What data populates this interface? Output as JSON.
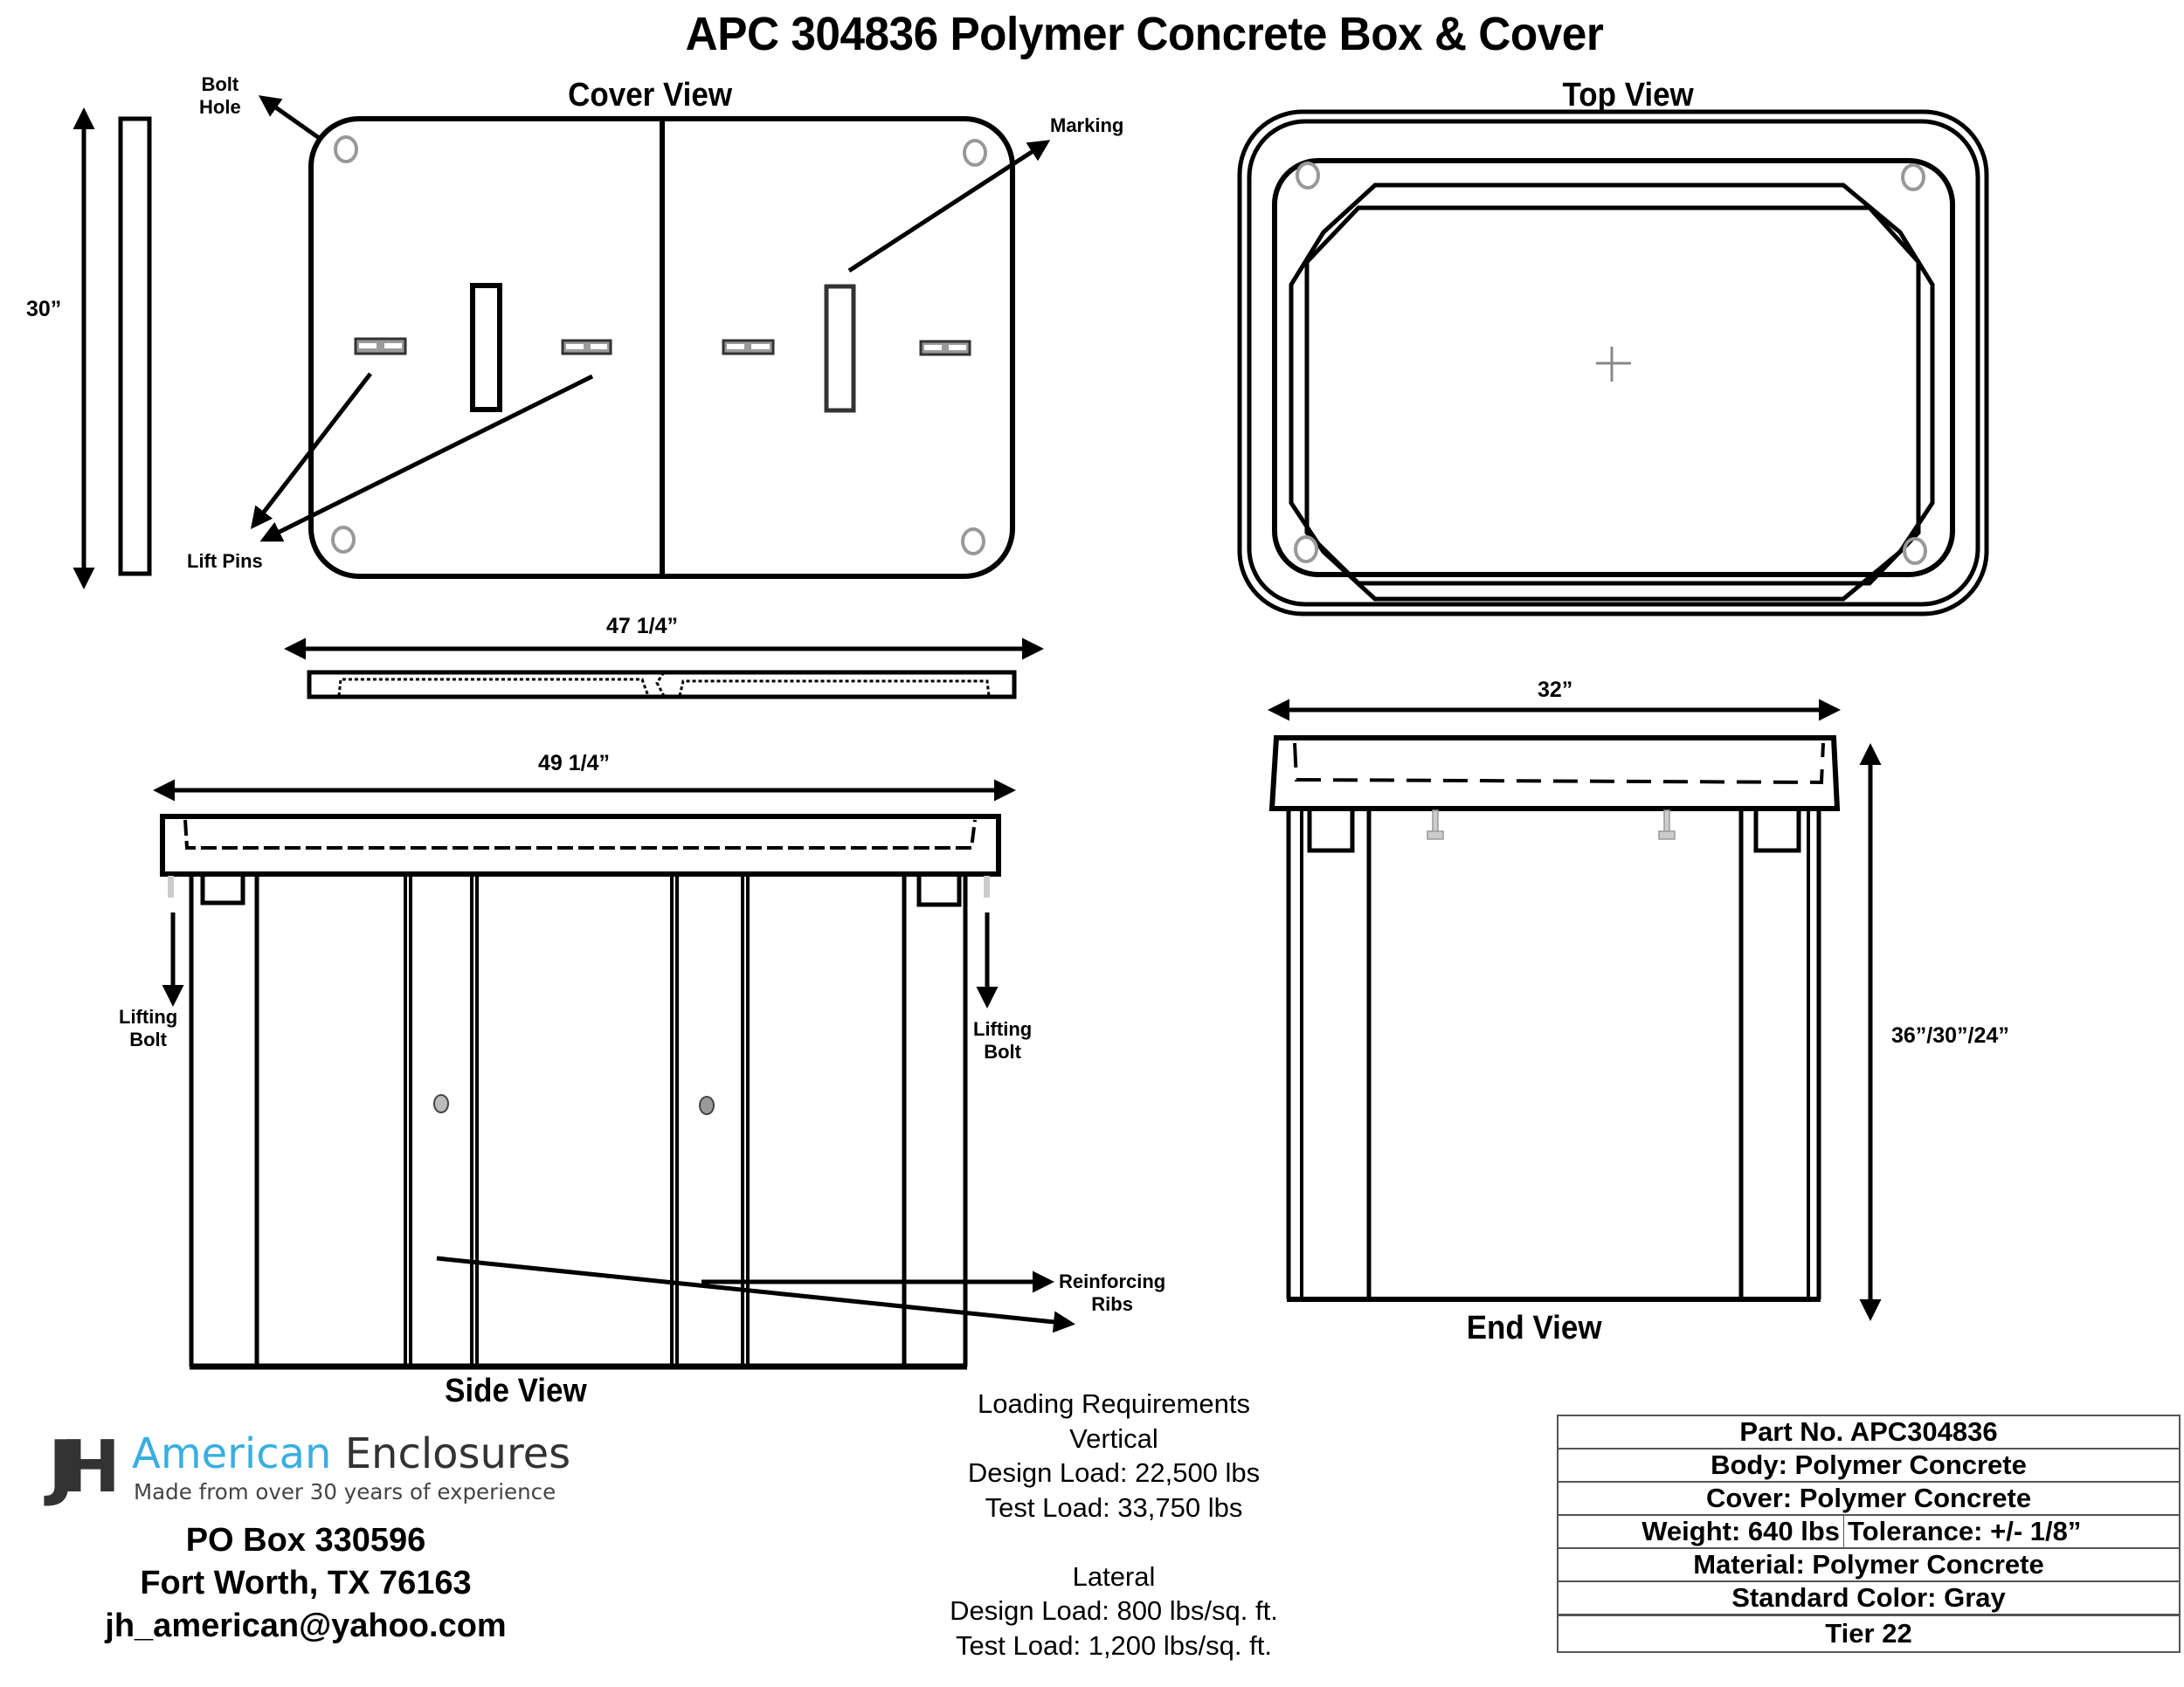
{
  "title": "APC 304836 Polymer Concrete Box & Cover",
  "views": {
    "cover": "Cover View",
    "top": "Top View",
    "side": "Side View",
    "end": "End View"
  },
  "callouts": {
    "bolt_hole": [
      "Bolt",
      "Hole"
    ],
    "marking": "Marking",
    "lift_pins": "Lift Pins",
    "lifting_bolt_left": [
      "Lifting",
      "Bolt"
    ],
    "lifting_bolt_right": [
      "Lifting",
      "Bolt"
    ],
    "reinforcing_ribs": [
      "Reinforcing",
      "Ribs"
    ]
  },
  "dimensions": {
    "cover_height": "30”",
    "cover_width": "47 1/4”",
    "side_width": "49 1/4”",
    "end_width": "32”",
    "end_height": "36”/30”/24”"
  },
  "loading": {
    "lines": [
      "Loading Requirements",
      "Vertical",
      "Design Load: 22,500 lbs",
      "Test Load: 33,750 lbs",
      "",
      "Lateral",
      "Design Load: 800 lbs/sq. ft.",
      "Test Load: 1,200 lbs/sq. ft."
    ]
  },
  "company": {
    "logo_mark": "JH",
    "name_accent": "American",
    "name_rest": "Enclosures",
    "tagline": "Made from over 30 years of experience",
    "accent_color": "#3aaee0",
    "address_lines": [
      "PO Box 330596",
      "Fort Worth, TX 76163",
      "jh_american@yahoo.com"
    ]
  },
  "specs": {
    "part_no": "Part No. APC304836",
    "body": "Body: Polymer Concrete",
    "cover": "Cover: Polymer Concrete",
    "weight": "Weight: 640 lbs",
    "tolerance": "Tolerance: +/- 1/8”",
    "material": "Material: Polymer Concrete",
    "color": "Standard Color: Gray",
    "tier": "Tier 22"
  }
}
